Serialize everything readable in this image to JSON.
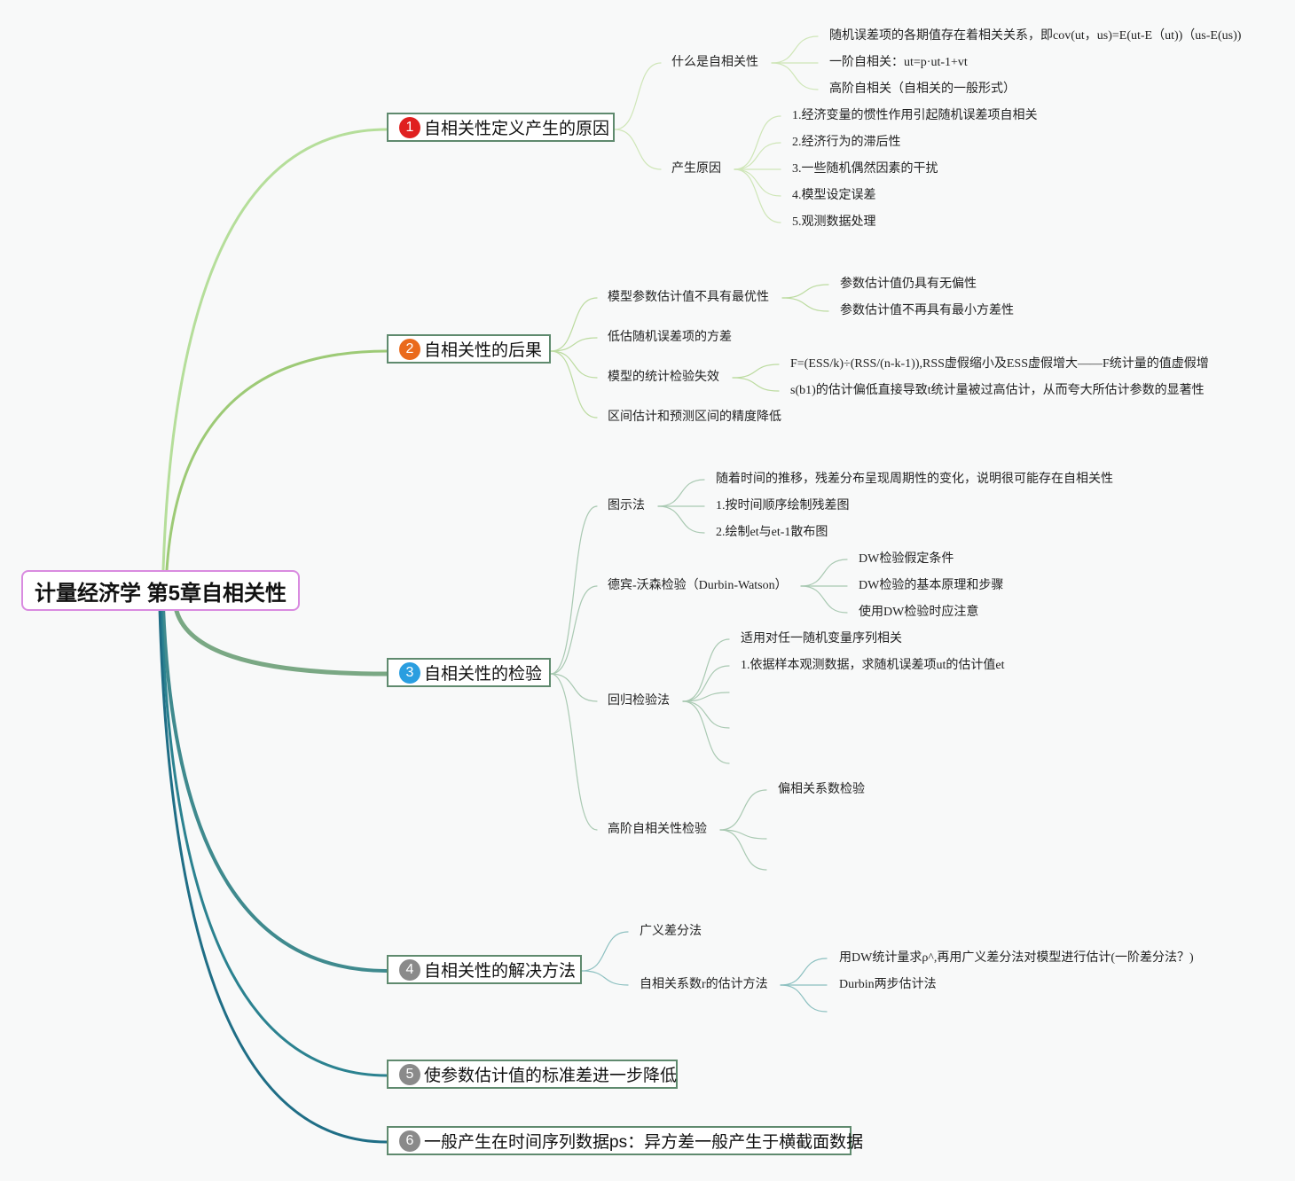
{
  "root": {
    "title": "计量经济学 第5章自相关性"
  },
  "branches": [
    {
      "number": "1",
      "label": "自相关性定义产生的原因",
      "badge_color": "#e02020",
      "children": [
        {
          "label": "什么是自相关性",
          "children": [
            "随机误差项的各期值存在着相关关系，即cov(ut，us)=E(ut-E（ut))（us-E(us))",
            "一阶自相关：ut=p·ut-1+vt",
            "高阶自相关（自相关的一般形式）"
          ]
        },
        {
          "label": "产生原因",
          "children": [
            "1.经济变量的惯性作用引起随机误差项自相关",
            "2.经济行为的滞后性",
            "3.一些随机偶然因素的干扰",
            "4.模型设定误差",
            "5.观测数据处理"
          ]
        }
      ]
    },
    {
      "number": "2",
      "label": "自相关性的后果",
      "badge_color": "#ea6a1c",
      "children": [
        {
          "label": "模型参数估计值不具有最优性",
          "children": [
            "参数估计值仍具有无偏性",
            "参数估计值不再具有最小方差性"
          ]
        },
        {
          "label": "低估随机误差项的方差",
          "children": []
        },
        {
          "label": "模型的统计检验失效",
          "children": [
            "F=(ESS/k)÷(RSS/(n-k-1)),RSS虚假缩小及ESS虚假增大——F统计量的值虚假增",
            "s(b1)的估计偏低直接导致t统计量被过高估计，从而夸大所估计参数的显著性"
          ]
        },
        {
          "label": "区间估计和预测区间的精度降低",
          "children": []
        }
      ]
    },
    {
      "number": "3",
      "label": "自相关性的检验",
      "badge_color": "#2a9ee0",
      "children": [
        {
          "label": "图示法",
          "children": [
            "随着时间的推移，残差分布呈现周期性的变化，说明很可能存在自相关性",
            "1.按时间顺序绘制残差图",
            "2.绘制et与et-1散布图"
          ]
        },
        {
          "label": "德宾-沃森检验（Durbin-Watson）",
          "children": [
            "DW检验假定条件",
            "DW检验的基本原理和步骤",
            "使用DW检验时应注意"
          ]
        },
        {
          "label": "回归检验法",
          "children": [
            "适用对任一随机变量序列相关",
            "1.依据样本观测数据，求随机误差项ut的估计值et",
            "",
            "",
            ""
          ]
        },
        {
          "label": "高阶自相关性检验",
          "children": [
            "偏相关系数检验",
            "",
            ""
          ]
        }
      ]
    },
    {
      "number": "4",
      "label": "自相关性的解决方法",
      "badge_color": "#8a8a8a",
      "children": [
        {
          "label": "广义差分法",
          "children": []
        },
        {
          "label": "自相关系数r的估计方法",
          "children": [
            "用DW统计量求ρ^,再用广义差分法对模型进行估计(一阶差分法？)",
            "Durbin两步估计法",
            ""
          ]
        }
      ]
    },
    {
      "number": "5",
      "label": "使参数估计值的标准差进一步降低",
      "badge_color": "#8a8a8a",
      "children": []
    },
    {
      "number": "6",
      "label": "一般产生在时间序列数据ps：异方差一般产生于横截面数据",
      "badge_color": "#8a8a8a",
      "children": []
    }
  ],
  "colors": {
    "root_border": "#d98be0",
    "main_border": "#5f8a6e",
    "link_b1": "#b5de9a",
    "link_b2": "#9dca76",
    "link_b3": "#7aa884",
    "link_b4": "#3f8a8e",
    "link_b5": "#2b8290",
    "link_b6": "#1f6e86",
    "sub_link_b1": "#cfe6b8",
    "sub_link_b2": "#bcdba0",
    "sub_link_b3": "#a9c9b2",
    "sub_link_b4": "#8cc0c0"
  }
}
